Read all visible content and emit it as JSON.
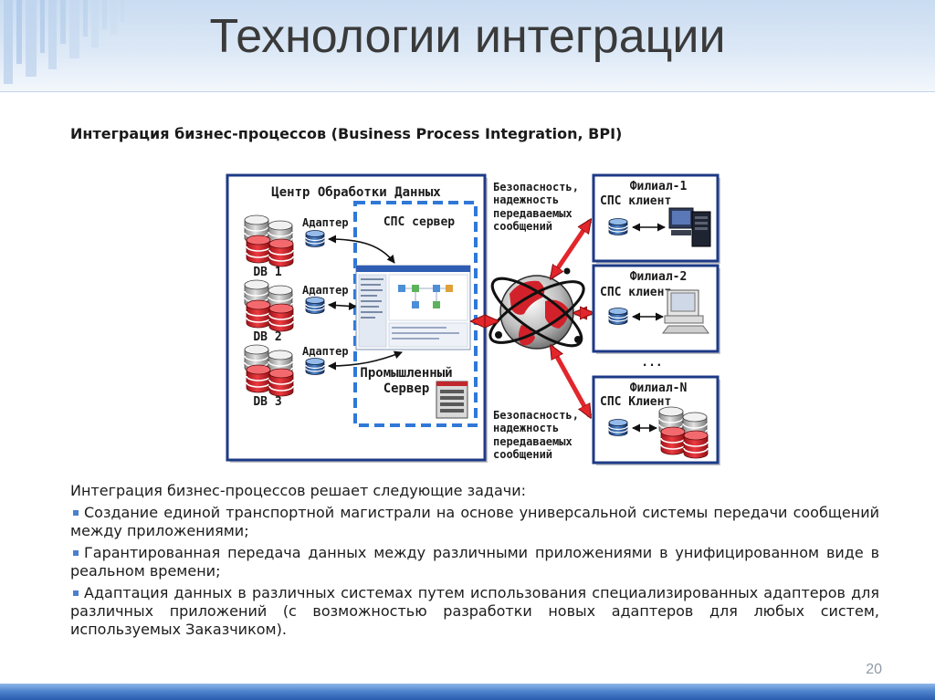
{
  "slide": {
    "title": "Технологии интеграции",
    "subtitle": "Интеграция бизнес-процессов (Business Process Integration, BPI)",
    "page_number": "20"
  },
  "diagram": {
    "data_center": {
      "title": "Центр Обработки Данных",
      "sps_server": "СПС сервер",
      "industrial_server": [
        "Промышленный",
        "Сервер"
      ],
      "databases": [
        {
          "label": "DB 1",
          "adapter": "Адаптер"
        },
        {
          "label": "DB 2",
          "adapter": "Адаптер"
        },
        {
          "label": "DB 3",
          "adapter": "Адаптер"
        }
      ]
    },
    "security_note_top": [
      "Безопасность,",
      "надежность",
      "передаваемых",
      "сообщений"
    ],
    "security_note_bottom": [
      "Безопасность,",
      "надежность",
      "передаваемых",
      "сообщений"
    ],
    "branches": [
      {
        "title": "Филиал-1",
        "client": "СПС клиент"
      },
      {
        "title": "Филиал-2",
        "client": "СПС клиент"
      },
      {
        "title": "Филиал-N",
        "client": "СПС Клиент"
      }
    ],
    "branch_ellipsis": "..."
  },
  "content": {
    "intro": "Интеграция бизнес-процессов решает следующие задачи:",
    "bullets": [
      "Создание единой транспортной магистрали на основе универсальной системы передачи сообщений между приложениями;",
      "Гарантированная передача данных между различными приложениями в унифицированном виде в реальном времени;",
      "Адаптация данных в различных системах путем использования специализированных адаптеров для различных приложений (с возможностью разработки новых адаптеров для любых систем, используемых Заказчиком)."
    ]
  },
  "colors": {
    "box_border": "#1d3a86",
    "dashed_border": "#2f78d8",
    "arrow_red": "#e3262b",
    "bullet_marker": "#4a7fd0",
    "title_text": "#3a3a3a"
  },
  "icons": [
    "database-stack-icon",
    "adapter-icon",
    "globe-icon",
    "server-icon",
    "workstation-icon",
    "desktop-pc-icon"
  ]
}
